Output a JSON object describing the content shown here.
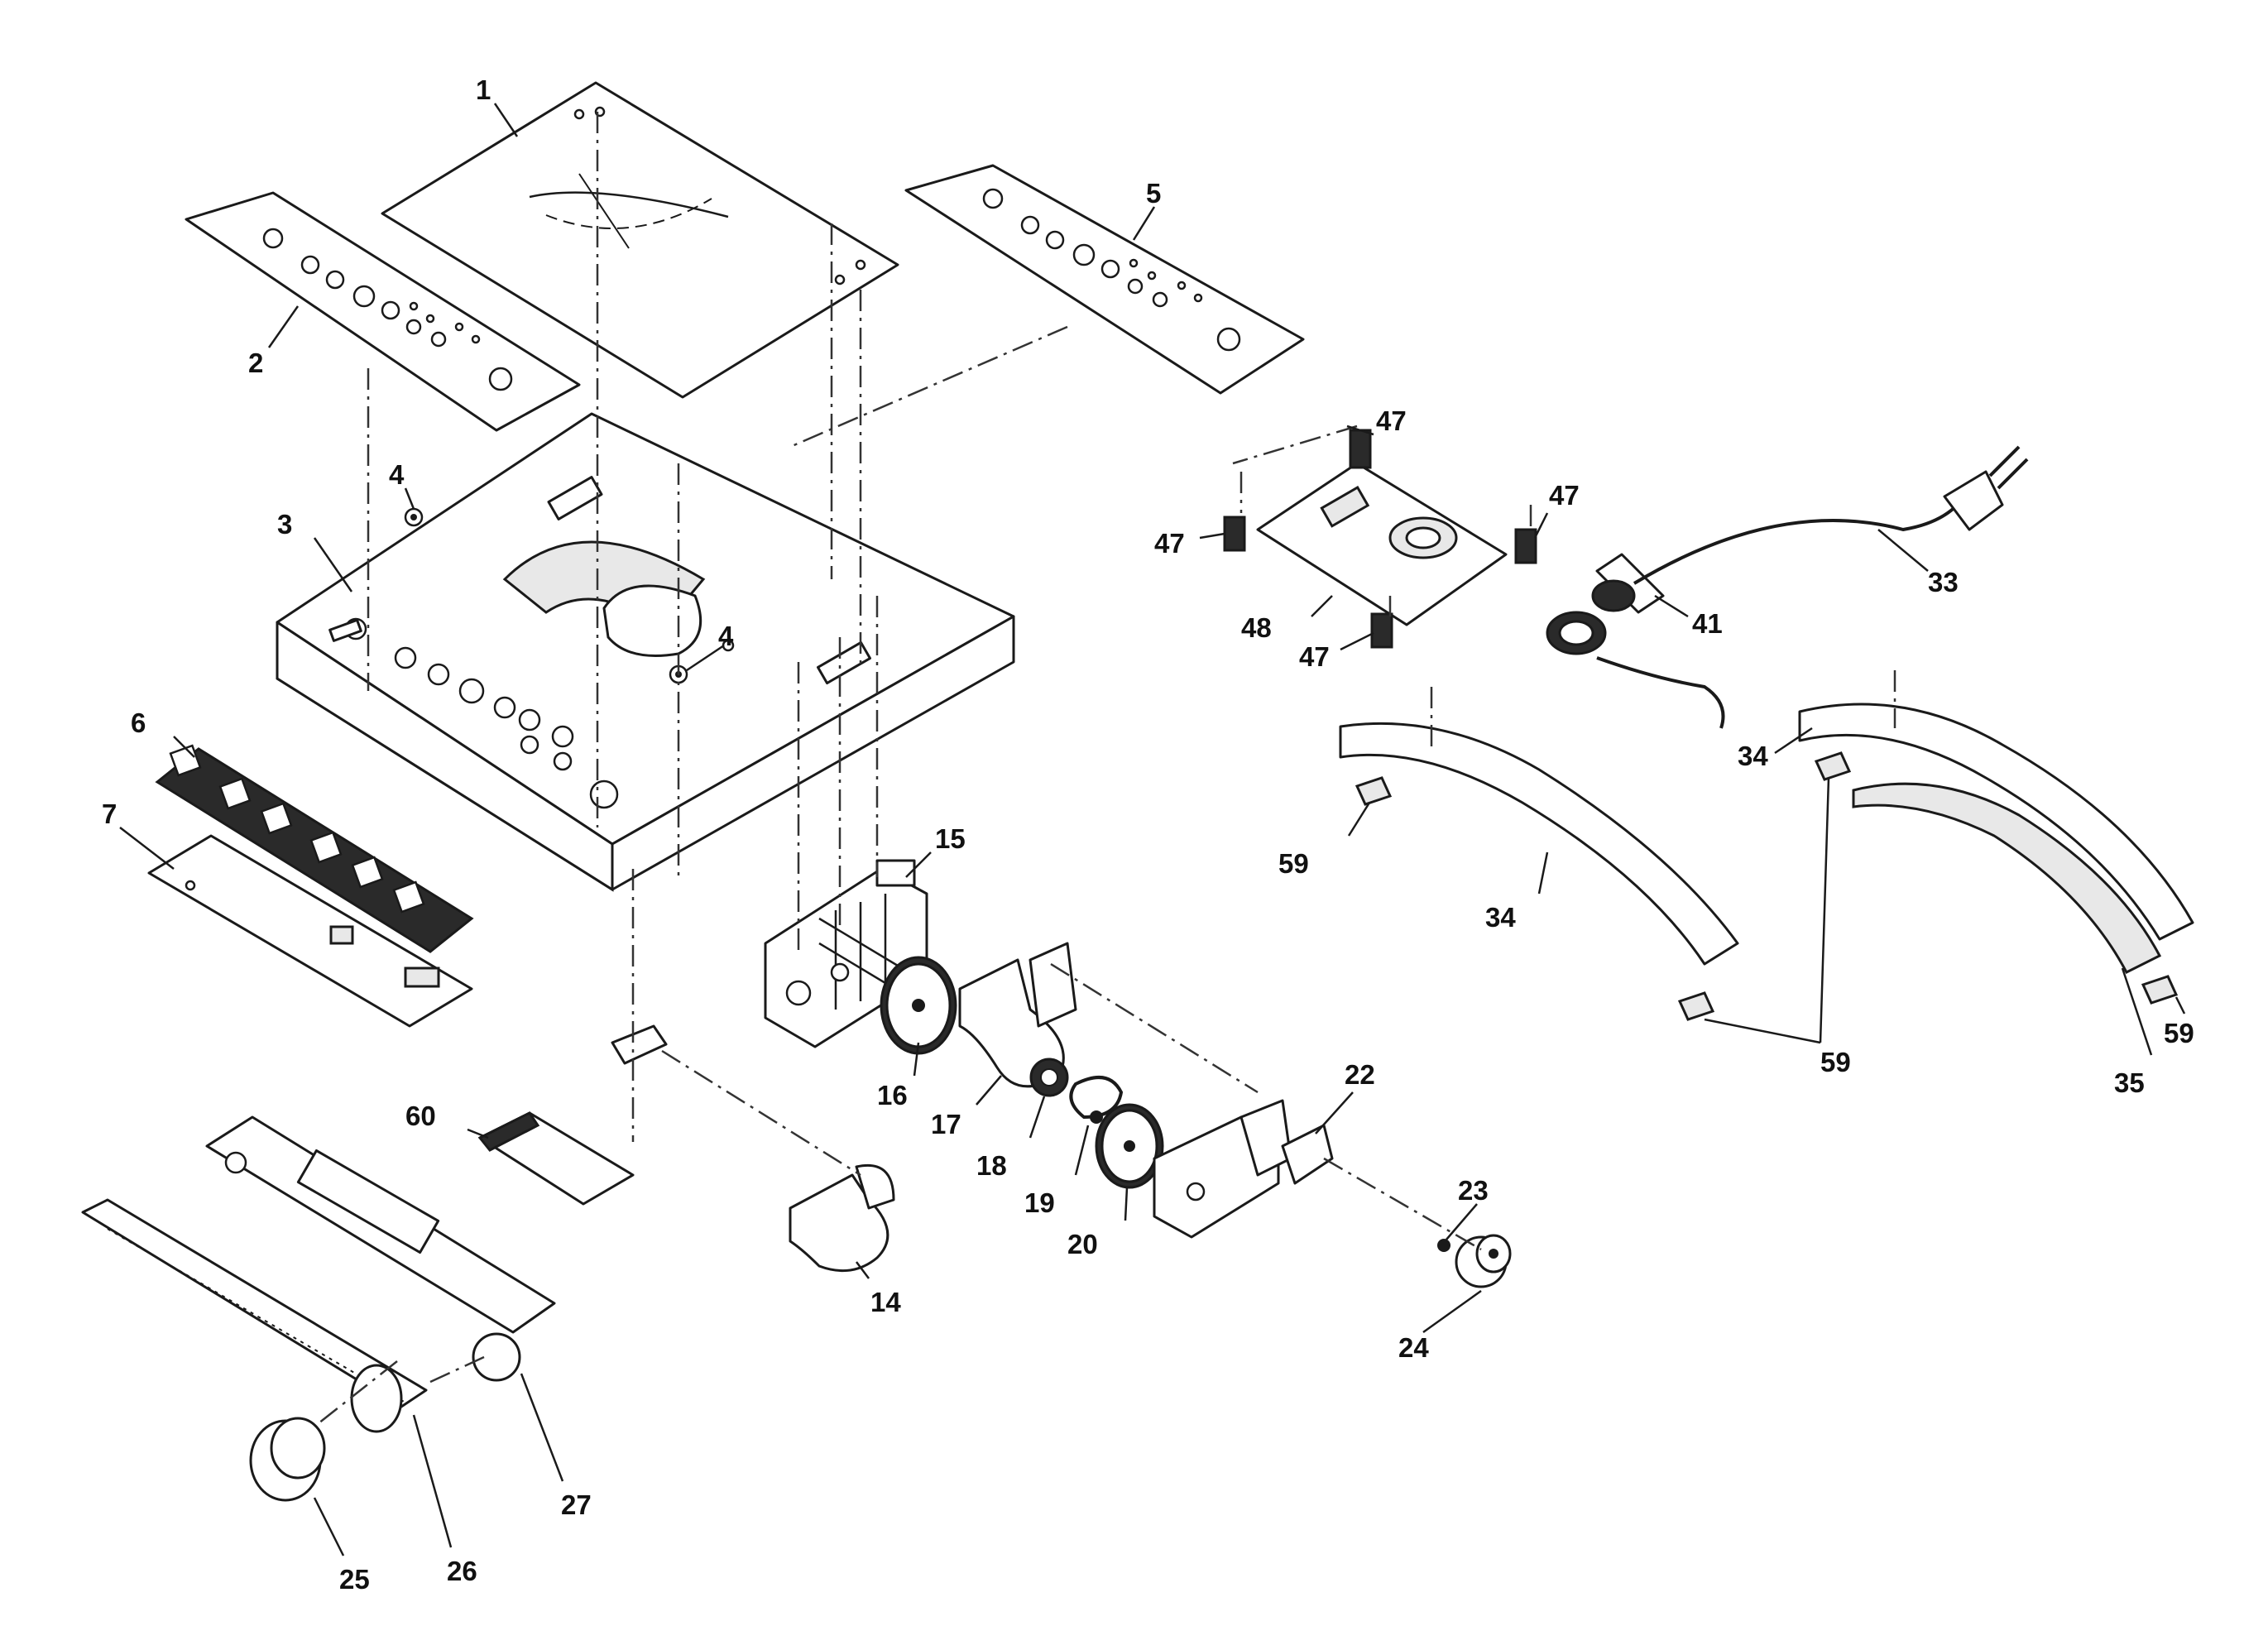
{
  "callouts": [
    {
      "id": "c1",
      "text": "1"
    },
    {
      "id": "c2",
      "text": "2"
    },
    {
      "id": "c3",
      "text": "3"
    },
    {
      "id": "c4a",
      "text": "4"
    },
    {
      "id": "c4b",
      "text": "4"
    },
    {
      "id": "c5",
      "text": "5"
    },
    {
      "id": "c6",
      "text": "6"
    },
    {
      "id": "c7",
      "text": "7"
    },
    {
      "id": "c14",
      "text": "14"
    },
    {
      "id": "c15",
      "text": "15"
    },
    {
      "id": "c16",
      "text": "16"
    },
    {
      "id": "c17",
      "text": "17"
    },
    {
      "id": "c18",
      "text": "18"
    },
    {
      "id": "c19",
      "text": "19"
    },
    {
      "id": "c20",
      "text": "20"
    },
    {
      "id": "c22",
      "text": "22"
    },
    {
      "id": "c23",
      "text": "23"
    },
    {
      "id": "c24",
      "text": "24"
    },
    {
      "id": "c25",
      "text": "25"
    },
    {
      "id": "c26",
      "text": "26"
    },
    {
      "id": "c27",
      "text": "27"
    },
    {
      "id": "c33",
      "text": "33"
    },
    {
      "id": "c34a",
      "text": "34"
    },
    {
      "id": "c34b",
      "text": "34"
    },
    {
      "id": "c35",
      "text": "35"
    },
    {
      "id": "c41",
      "text": "41"
    },
    {
      "id": "c47a",
      "text": "47"
    },
    {
      "id": "c47b",
      "text": "47"
    },
    {
      "id": "c47c",
      "text": "47"
    },
    {
      "id": "c47d",
      "text": "47"
    },
    {
      "id": "c48",
      "text": "48"
    },
    {
      "id": "c59a",
      "text": "59"
    },
    {
      "id": "c59b",
      "text": "59"
    },
    {
      "id": "c59c",
      "text": "59"
    },
    {
      "id": "c60",
      "text": "60"
    }
  ]
}
